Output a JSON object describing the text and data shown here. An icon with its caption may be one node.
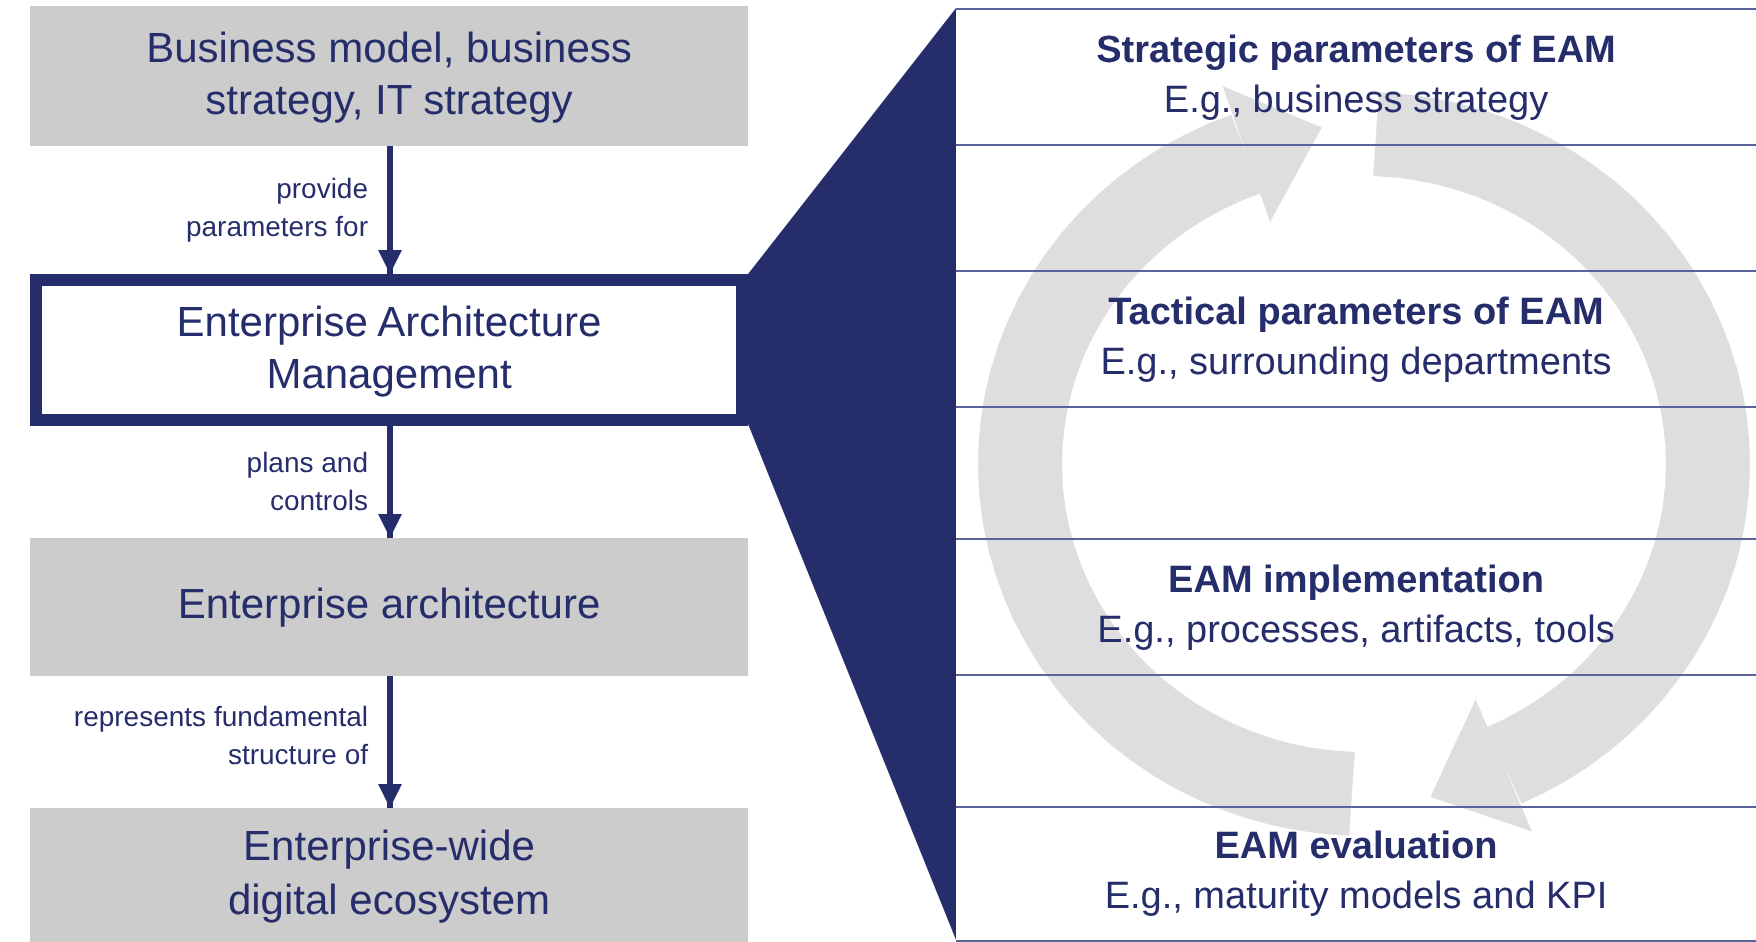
{
  "diagram": {
    "nodes": [
      {
        "text": [
          "Business model, business strategy, IT strategy"
        ]
      },
      {
        "text": [
          "Enterprise Architecture Management"
        ]
      },
      {
        "text": [
          "Enterprise architecture"
        ]
      },
      {
        "text": [
          "Enterprise-wide digital ecosystem"
        ]
      },
      {
        "text": [
          "Strategic parameters of EAM",
          "E.g., business strategy"
        ]
      },
      {
        "text": [
          "Tactical parameters of EAM",
          "E.g., surrounding departments"
        ]
      },
      {
        "text": [
          "EAM implementation",
          "E.g., processes, artifacts, tools"
        ]
      },
      {
        "text": [
          "EAM evaluation",
          "E.g., maturity models and KPI"
        ]
      },
      {
        "text": [],
        "shape": "triangle"
      }
    ],
    "edges": [
      {
        "from": 0,
        "to": 1,
        "arrow": "to",
        "label": "provide parameters for"
      },
      {
        "from": 1,
        "to": 2,
        "arrow": "to",
        "label": "plans and controls"
      },
      {
        "from": 2,
        "to": 3,
        "arrow": "to",
        "label": "represents fundamental structure of"
      }
    ]
  }
}
